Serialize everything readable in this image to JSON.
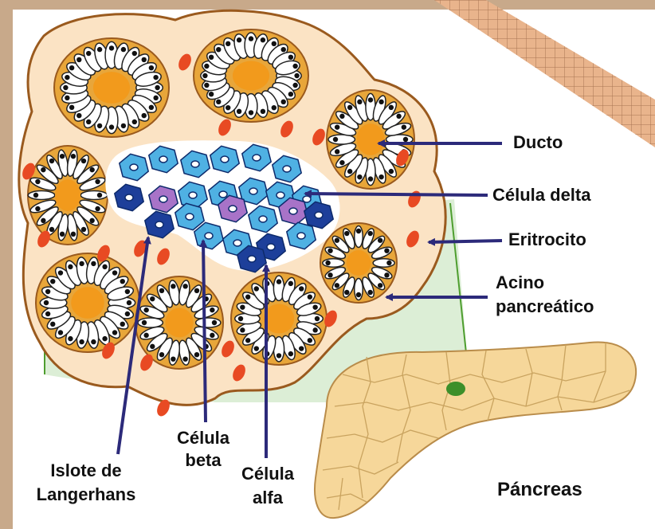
{
  "labels": {
    "ducto": "Ducto",
    "celula_delta": "Célula delta",
    "eritrocito": "Eritrocito",
    "acino_line1": "Acino",
    "acino_line2": "pancreático",
    "islote_line1": "Islote de",
    "islote_line2": "Langerhans",
    "beta_line1": "Célula",
    "beta_line2": "beta",
    "alfa_line1": "Célula",
    "alfa_line2": "alfa",
    "pancreas": "Páncreas"
  },
  "colors": {
    "background": "#c8a98a",
    "panel": "#ffffff",
    "tissue": "#fbe3c4",
    "tissue_outline": "#9a5a1e",
    "acinus_ring": "#e8a63a",
    "duct": "#f29a1c",
    "acinar_cell": "#ffffff",
    "nucleus": "#111111",
    "erythrocyte": "#e84a23",
    "islet_light_blue": "#4fb1e3",
    "islet_dark_blue": "#1d3f9a",
    "islet_purple": "#a873c8",
    "arrow": "#2c2a7a",
    "pancreas": "#f6d79a",
    "pancreas_lines": "#c9a35f",
    "magnify_green": "#4e9e2f"
  }
}
